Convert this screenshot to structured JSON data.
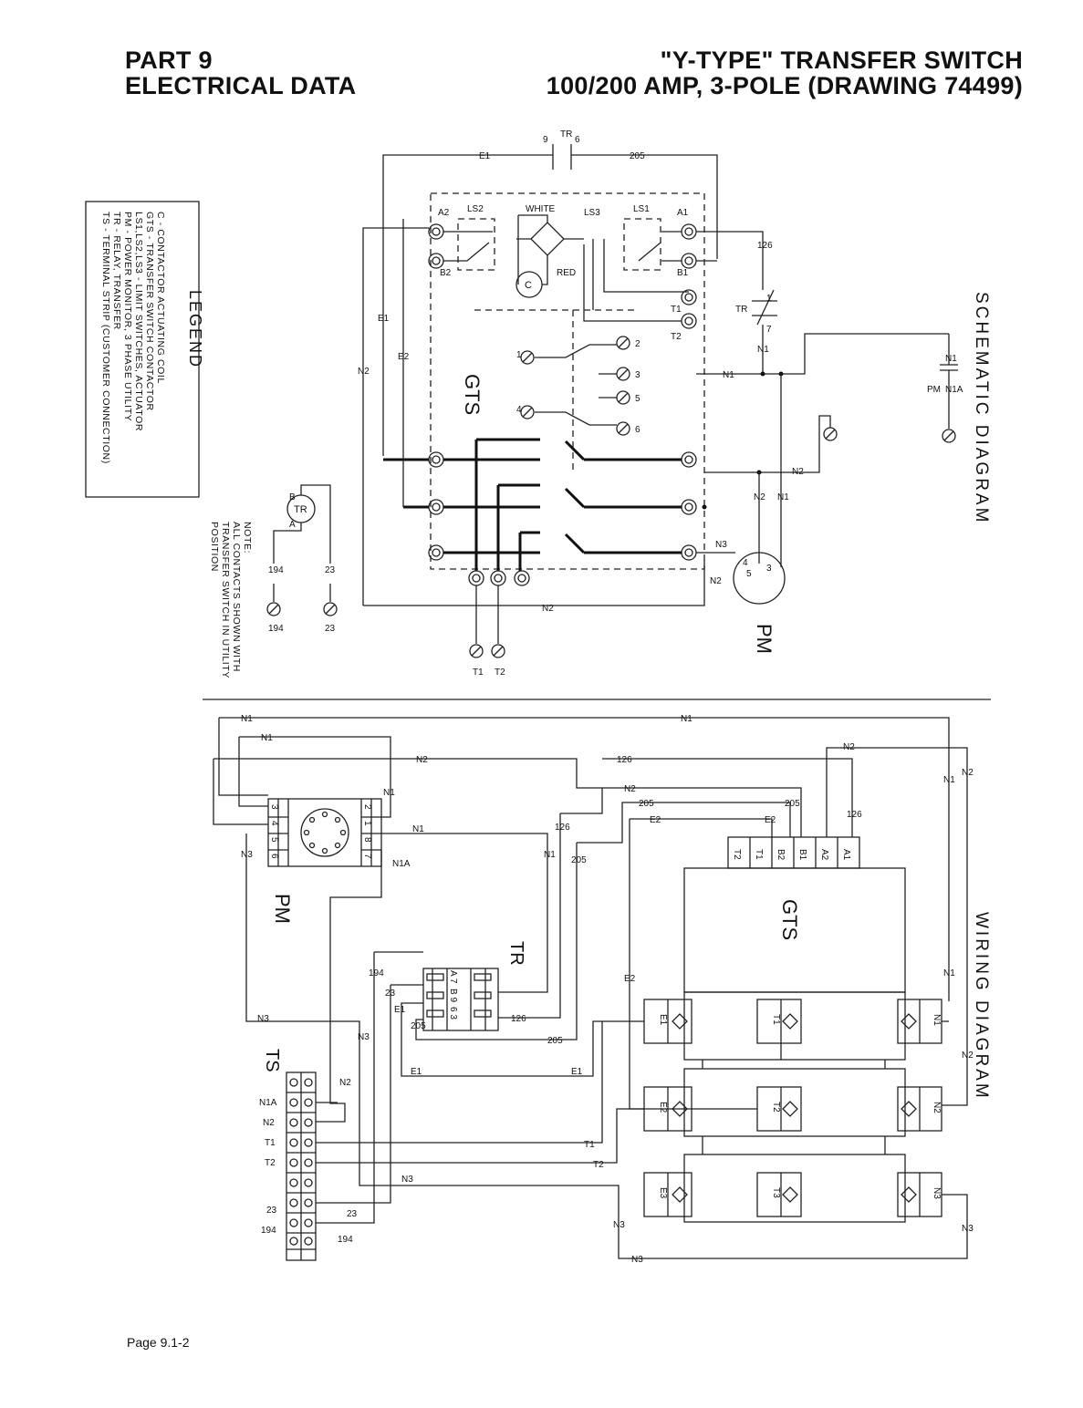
{
  "header": {
    "part": "PART 9",
    "section": "ELECTRICAL DATA",
    "title": "\"Y-TYPE\" TRANSFER SWITCH",
    "subtitle": "100/200 AMP, 3-POLE (DRAWING 74499)"
  },
  "legend": {
    "title": "LEGEND",
    "items": [
      "C    -  CONTACTOR ACTUATING COIL",
      "GTS  -  TRANSFER SWITCH CONTACTOR",
      "LS1,LS2,LS3  -  LIMIT SWITCHES, ACTUATOR",
      "PM   -  POWER MONITOR, 3 PHASE UTILITY",
      "TR   -  RELAY, TRANSFER",
      "TS   -  TERMINAL STRIP (CUSTOMER CONNECTION)"
    ]
  },
  "note": {
    "lines": [
      "NOTE:",
      "ALL CONTACTS SHOWN WITH",
      "TRANSFER SWITCH IN UTILITY",
      "POSITION"
    ]
  },
  "schematic": {
    "title": "SCHEMATIC DIAGRAM",
    "gts_label": "GTS",
    "pm_label": "PM",
    "tr_label": "TR",
    "labels": {
      "e1": "E1",
      "e2": "E2",
      "n1": "N1",
      "n2": "N2",
      "n3": "N3",
      "w205": "205",
      "w126": "126",
      "w23": "23",
      "w194": "194",
      "a1": "A1",
      "a2": "A2",
      "b1": "B1",
      "b2": "B2",
      "t1": "T1",
      "t2": "T2",
      "ls1": "LS1",
      "ls2": "LS2",
      "ls3": "LS3",
      "white": "WHITE",
      "red": "RED",
      "coil": "C",
      "n1a": "N1A",
      "pm": "PM",
      "c1": "1",
      "c2": "2",
      "c3": "3",
      "c4": "4",
      "c5": "5",
      "c6": "6",
      "c7": "7",
      "c9": "9",
      "ta": "A",
      "tb": "B"
    }
  },
  "wiring": {
    "title": "WIRING DIAGRAM",
    "gts_label": "GTS",
    "pm_label": "PM",
    "tr_label": "TR",
    "ts_label": "TS",
    "gts_terminals": [
      "T2",
      "T1",
      "B2",
      "B1",
      "A2",
      "A1"
    ],
    "ts_terminals": [
      "N1A",
      "N2",
      "T1",
      "T2",
      "",
      "",
      "23",
      "194",
      ""
    ],
    "lugs_left": [
      "E1",
      "E2",
      "E3"
    ],
    "lugs_mid": [
      "T1",
      "T2",
      "T3"
    ],
    "lugs_right": [
      "N1",
      "N2",
      "N3"
    ],
    "pm_pins_left": [
      "3",
      "4",
      "5",
      "6"
    ],
    "pm_pins_right": [
      "2",
      "1",
      "8",
      "7"
    ],
    "tr_rows": [
      "A  7",
      "B  9",
      "6  3"
    ],
    "labels": {
      "n1": "N1",
      "n2": "N2",
      "n3": "N3",
      "n1a": "N1A",
      "e1": "E1",
      "e2": "E2",
      "t1": "T1",
      "t2": "T2",
      "w126": "126",
      "w205": "205",
      "w23": "23",
      "w194": "194"
    }
  },
  "footer": {
    "page": "Page 9.1-2"
  }
}
